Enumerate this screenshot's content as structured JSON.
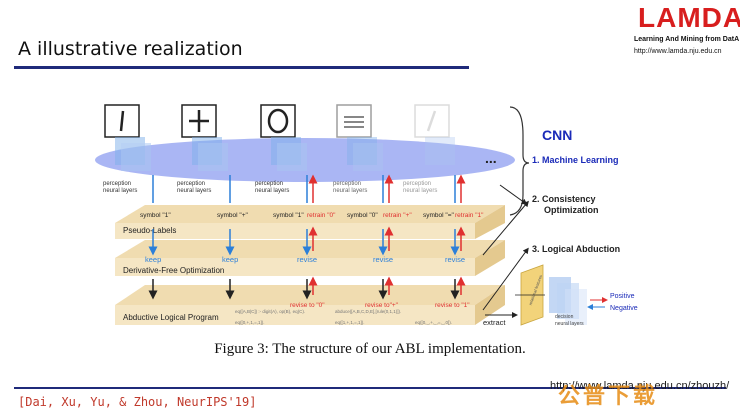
{
  "slide": {
    "title": "A illustrative realization",
    "citation": "[Dai, Xu, Yu, & Zhou, NeurIPS'19]",
    "footer_url": "http://www.lamda.nju.edu.cn/zhouzh/",
    "watermark": "公普下载"
  },
  "logo": {
    "word": "LAMDA",
    "subtitle": "Learning And Mining from DatA",
    "url": "http://www.lamda.nju.edu.cn"
  },
  "figure": {
    "caption": "Figure 3: The structure of our ABL implementation.",
    "cnn_label": "CNN",
    "ellipsis": "...",
    "steps": [
      "1. Machine Learning",
      "2. Consistency",
      "Optimization",
      "3. Logical Abduction"
    ],
    "layers": {
      "pseudo_labels": "Pseudo-Labels",
      "derivative_free": "Derivative-Free Optimization",
      "abductive": "Abductive Logical Program"
    },
    "perception_label": "perception",
    "perception_sub": "neural layers",
    "symbols": [
      {
        "text": "symbol \"1\"",
        "retrain": ""
      },
      {
        "text": "symbol \"+\"",
        "retrain": ""
      },
      {
        "text": "symbol \"1\"",
        "retrain": "retrain \"0\""
      },
      {
        "text": "symbol \"0\"",
        "retrain": "retrain \"+\""
      },
      {
        "text": "symbol \"=\"",
        "retrain": "retrain \"1\""
      }
    ],
    "actions": [
      "keep",
      "keep",
      "revise",
      "revise",
      "revise"
    ],
    "revisions": [
      "",
      "",
      "revise to \"0\"",
      "revise to\"+\"",
      "revise to \"1\""
    ],
    "extract_label": "extract",
    "decision_label": "decision",
    "decision_sub": "neural layers",
    "rule_box": "relational features",
    "outputs": [
      "Positive",
      "Negative"
    ],
    "logic_lines": [
      "eq([A,B|C]) :- digit(A), op(B), eq(C).",
      "eq([0,+,1,=,1]).",
      "abduce([A,B,C,D,E],[rule(0,1,1)]).",
      "eq([1,+,1,=,1]).",
      "eq([0,_,+,_,=,_,0])."
    ],
    "colors": {
      "ellipse": "#8d9ef0",
      "layer": "#f5e6c4",
      "blue_arrow": "#2c7fd8",
      "red_arrow": "#e03030",
      "accent": "#1a2ab8"
    }
  }
}
